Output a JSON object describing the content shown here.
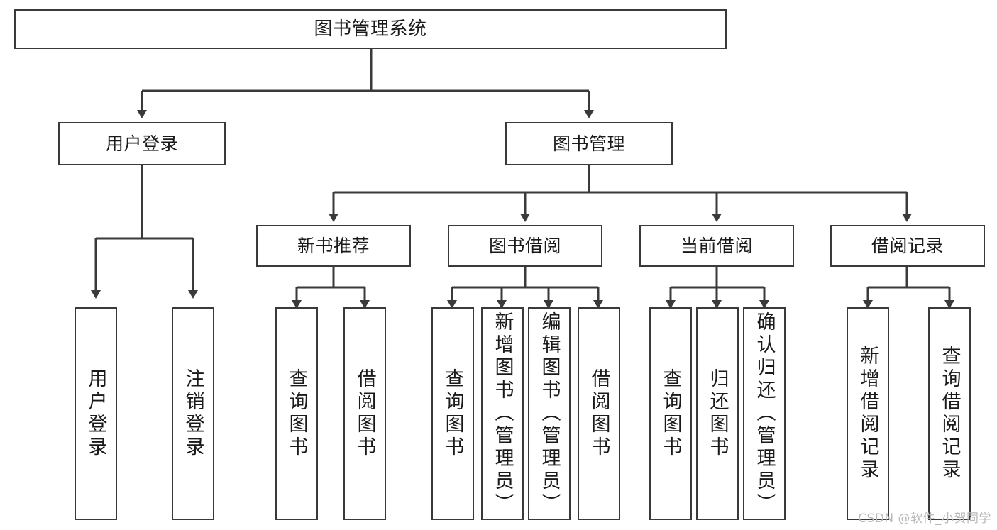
{
  "diagram": {
    "title": "图书管理系统",
    "watermark": "CSDN @软件_小贺同学",
    "line_color": "#3a3a3a",
    "box_fill": "#ffffff",
    "text_color": "#1a1a1a",
    "watermark_color": "#b9b9b9"
  },
  "nodes": {
    "root": {
      "label": "图书管理系统"
    },
    "level1": [
      {
        "label": "用户登录"
      },
      {
        "label": "图书管理"
      }
    ],
    "level2": [
      {
        "label": "新书推荐"
      },
      {
        "label": "图书借阅"
      },
      {
        "label": "当前借阅"
      },
      {
        "label": "借阅记录"
      }
    ],
    "leaves": {
      "user_login": [
        {
          "label": "用户登录"
        },
        {
          "label": "注销登录"
        }
      ],
      "new_book_recommend": [
        {
          "label": "查询图书"
        },
        {
          "label": "借阅图书"
        }
      ],
      "book_borrow": [
        {
          "label": "查询图书"
        },
        {
          "label": "新增图书（管理员）"
        },
        {
          "label": "编辑图书（管理员）"
        },
        {
          "label": "借阅图书"
        }
      ],
      "current_borrow": [
        {
          "label": "查询图书"
        },
        {
          "label": "归还图书"
        },
        {
          "label": "确认归还（管理员）"
        }
      ],
      "borrow_record": [
        {
          "label": "新增借阅记录"
        },
        {
          "label": "查询借阅记录"
        }
      ]
    }
  },
  "chart_data": {
    "type": "diagram",
    "subtype": "tree-hierarchy",
    "title": "图书管理系统",
    "orientation": "top-down",
    "tree": {
      "label": "图书管理系统",
      "children": [
        {
          "label": "用户登录",
          "children": [
            {
              "label": "用户登录"
            },
            {
              "label": "注销登录"
            }
          ]
        },
        {
          "label": "图书管理",
          "children": [
            {
              "label": "新书推荐",
              "children": [
                {
                  "label": "查询图书"
                },
                {
                  "label": "借阅图书"
                }
              ]
            },
            {
              "label": "图书借阅",
              "children": [
                {
                  "label": "查询图书"
                },
                {
                  "label": "新增图书（管理员）"
                },
                {
                  "label": "编辑图书（管理员）"
                },
                {
                  "label": "借阅图书"
                }
              ]
            },
            {
              "label": "当前借阅",
              "children": [
                {
                  "label": "查询图书"
                },
                {
                  "label": "归还图书"
                },
                {
                  "label": "确认归还（管理员）"
                }
              ]
            },
            {
              "label": "借阅记录",
              "children": [
                {
                  "label": "新增借阅记录"
                },
                {
                  "label": "查询借阅记录"
                }
              ]
            }
          ]
        }
      ]
    },
    "node_count": 20,
    "depth": 4
  }
}
